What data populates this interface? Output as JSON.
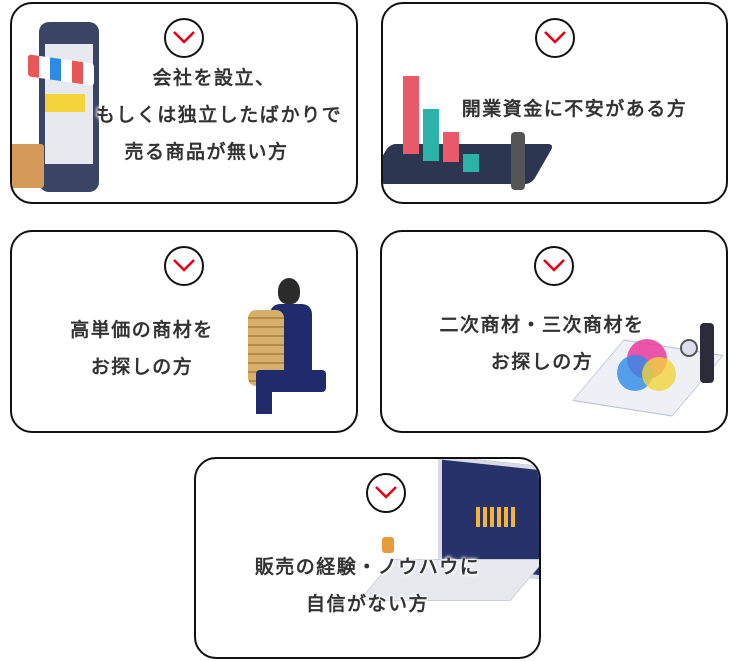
{
  "cards": [
    {
      "lines": [
        "会社を設立、",
        "もしくは独立したばかりで",
        "売る商品が無い方"
      ],
      "icon": "smartphone-shop-illustration"
    },
    {
      "lines": [
        "開業資金に不安がある方"
      ],
      "icon": "bar-chart-tablet-illustration"
    },
    {
      "lines": [
        "高単価の商材を",
        "お探しの方"
      ],
      "icon": "businessman-coins-illustration"
    },
    {
      "lines": [
        "二次商材・三次商材を",
        "お探しの方"
      ],
      "icon": "magnifier-chart-illustration"
    },
    {
      "lines": [
        "販売の経験・ノウハウに",
        "自信がない方"
      ],
      "icon": "laptop-dashboard-illustration"
    }
  ],
  "colors": {
    "check": "#e60012",
    "border": "#111111",
    "text": "#333333"
  }
}
